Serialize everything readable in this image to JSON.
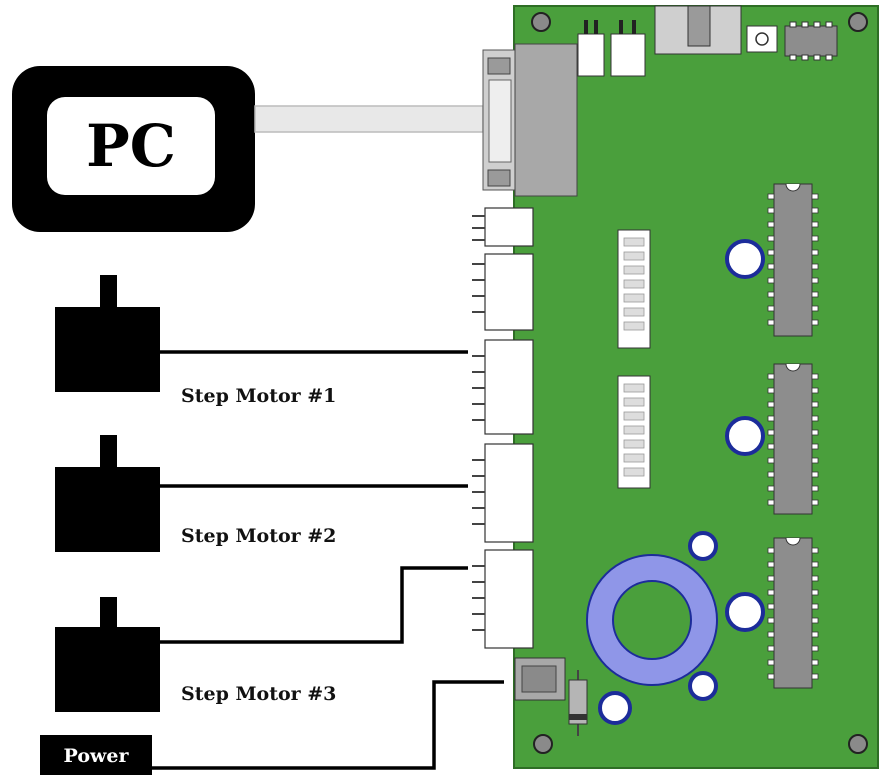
{
  "diagram": {
    "pc_label": "PC",
    "power_label": "Power",
    "motors": [
      {
        "label": "Step Motor #1"
      },
      {
        "label": "Step Motor #2"
      },
      {
        "label": "Step Motor #3"
      }
    ]
  },
  "colors": {
    "board_green": "#4a9f3c",
    "board_edge": "#2e6e25",
    "chip_gray": "#8d8d8d",
    "capacitor_blue": "#8f96e8",
    "capacitor_ring": "#1c2c9a",
    "wire": "#000000"
  }
}
